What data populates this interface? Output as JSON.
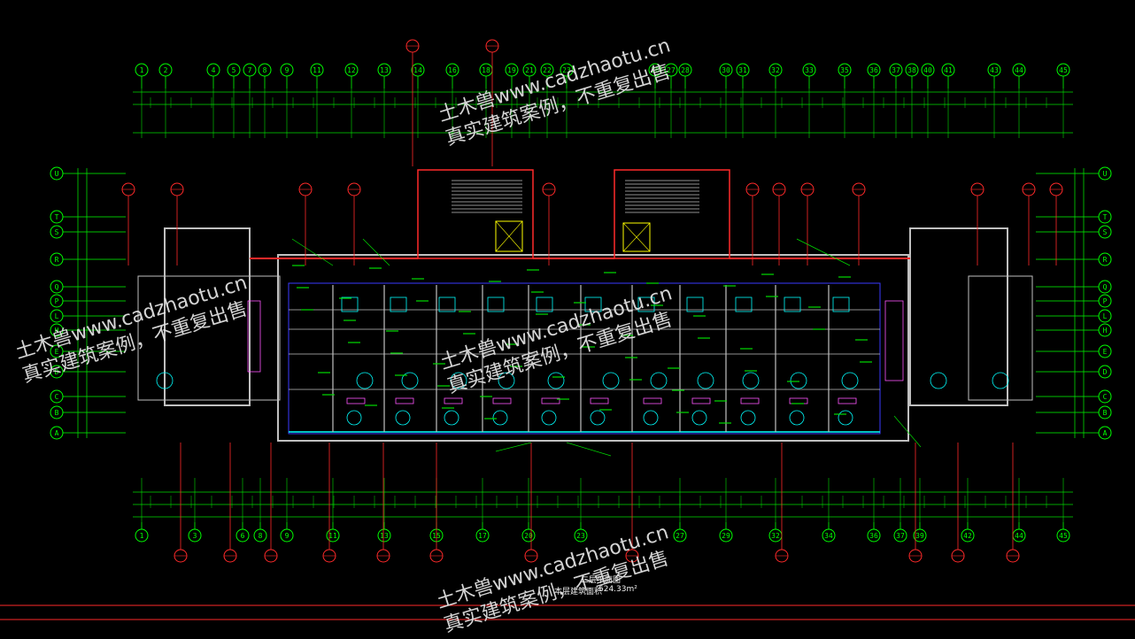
{
  "drawing": {
    "axes_top": [
      "1",
      "2",
      "4",
      "5",
      "7",
      "8",
      "9",
      "11",
      "12",
      "13",
      "14",
      "16",
      "18",
      "19",
      "21",
      "22",
      "23",
      "26",
      "27",
      "28",
      "30",
      "31",
      "32",
      "33",
      "35",
      "36",
      "37",
      "38",
      "40",
      "41",
      "43",
      "44",
      "45"
    ],
    "axes_bottom": [
      "1",
      "3",
      "6",
      "8",
      "9",
      "11",
      "13",
      "15",
      "17",
      "20",
      "23",
      "27",
      "29",
      "32",
      "34",
      "36",
      "37",
      "39",
      "42",
      "44",
      "45"
    ],
    "axes_side": [
      "U",
      "T",
      "S",
      "R",
      "Q",
      "P",
      "L",
      "H",
      "E",
      "D",
      "C",
      "B",
      "A"
    ],
    "floor_label": "二层平面图",
    "area_label": "本层建筑面积",
    "area_value": "624.33m²"
  },
  "watermark": {
    "line1": "土木兽www.cadzhaotu.cn",
    "line2": "真实建筑案例，不重复出售"
  },
  "colors": {
    "background": "#000000",
    "axis": "#00ff00",
    "wall": "#c0c0c0",
    "dim": "#00dd00",
    "leader": "#ff2a2a",
    "cyan": "#00ffff",
    "blue": "#3a3aff",
    "yellow": "#ffff00",
    "magenta": "#ff55ff"
  }
}
